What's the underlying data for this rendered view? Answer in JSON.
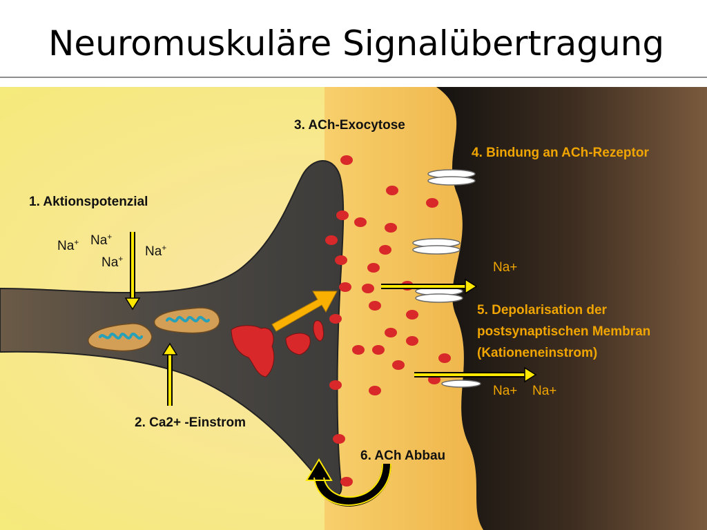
{
  "title": "Neuromuskuläre Signalübertragung",
  "labels": {
    "step1": "1. Aktionspotenzial",
    "step2": "2. Ca2+ -Einstrom",
    "step3": "3. ACh-Exocytose",
    "step4": "4. Bindung an ACh-Rezeptor",
    "step5": [
      "5. Depolarisation der",
      "postsynaptischen Membran",
      "(Kationeneinstrom)"
    ],
    "step6": "6. ACh Abbau"
  },
  "ions": {
    "na_base": "Na",
    "na_sup": "+",
    "na_plus": "Na+"
  },
  "colors": {
    "cleft": "#f3bc52",
    "background": "#f5ea78",
    "terminal": "#4a4743",
    "muscle": "#3b2a1e",
    "vesicle": "#d8282a",
    "label_orange": "#f0a500",
    "arrow_yellow": "#ffe800",
    "arrow_orange": "#f9b000"
  }
}
